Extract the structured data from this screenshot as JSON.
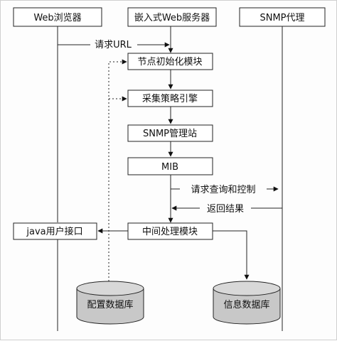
{
  "participants": {
    "web_browser": "Web浏览器",
    "embedded_server": "嵌入式Web服务器",
    "snmp_agent": "SNMP代理"
  },
  "modules": {
    "node_init": "节点初始化模块",
    "policy_engine": "采集策略引擎",
    "snmp_manager": "SNMP管理站",
    "mib": "MIB",
    "middleware": "中间处理模块",
    "java_ui": "java用户接口"
  },
  "messages": {
    "request_url": "请求URL",
    "query_control": "请求查询和控制",
    "return_result": "返回结果"
  },
  "databases": {
    "config_db": "配置数据库",
    "info_db": "信息数据库"
  }
}
